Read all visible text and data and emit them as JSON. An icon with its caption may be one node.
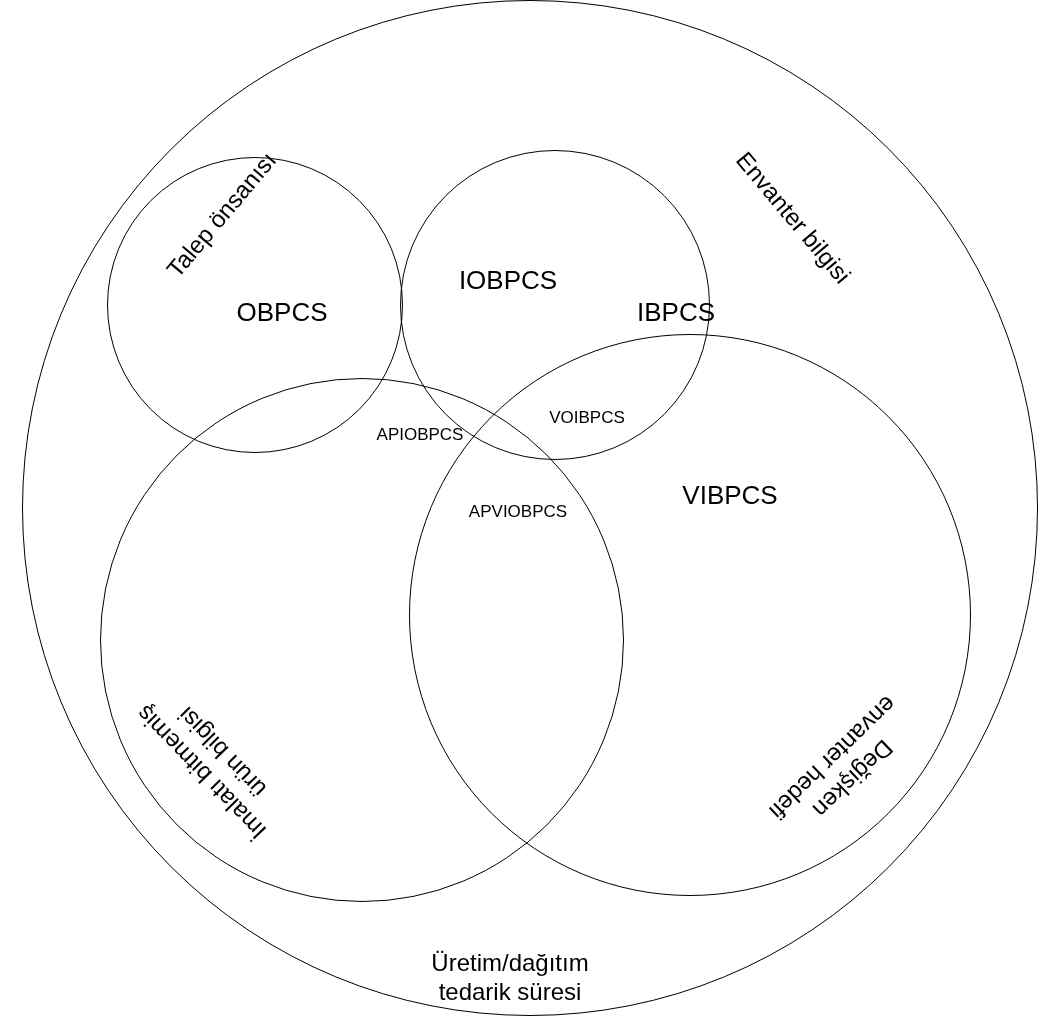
{
  "diagram": {
    "nodes": [
      {
        "text": [
          "Üretim/dağıtım tedarik süresi"
        ]
      },
      {
        "text": [
          "Talep önsanısı"
        ],
        "in": 0
      },
      {
        "text": [
          "Envanter bilgisi"
        ],
        "in": 0
      },
      {
        "text": [
          "İmalatı bitmemiş ürün bilgisi"
        ],
        "in": 0
      },
      {
        "text": [
          "Değişken envanter hedefi"
        ],
        "in": 0
      }
    ],
    "labels": [
      "OBPCS",
      "IOBPCS",
      "IBPCS",
      "VOIBPCS",
      "APIOBPCS",
      "APVIOBPCS",
      "VIBPCS"
    ]
  }
}
